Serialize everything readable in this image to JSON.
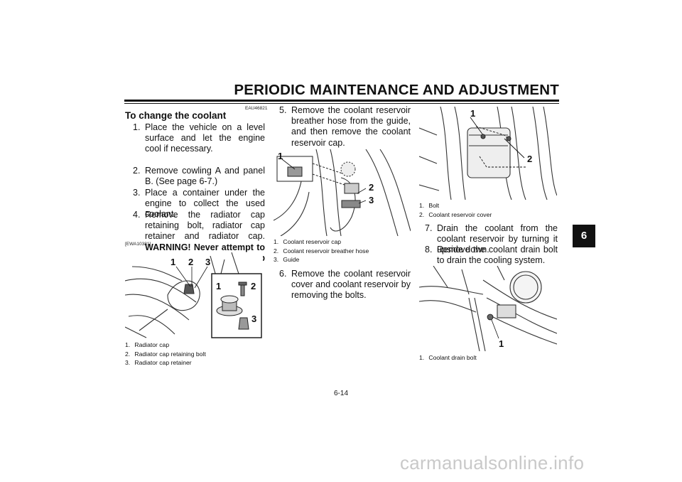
{
  "header": {
    "title": "PERIODIC MAINTENANCE AND ADJUSTMENT"
  },
  "section": {
    "code": "EAU46821",
    "title": "To change the coolant",
    "warning_code": "[EWA10381]"
  },
  "steps": [
    {
      "num": "1.",
      "text": "Place the vehicle on a level surface and let the engine cool if necessary."
    },
    {
      "num": "2.",
      "text": "Remove cowling A and panel B. (See page 6-7.)"
    },
    {
      "num": "3.",
      "text": "Place a container under the engine to collect the used coolant."
    },
    {
      "num": "4.",
      "text": "Remove the radiator cap retaining bolt, radiator cap retainer and radiator cap.",
      "warning": "WARNING! Never attempt to remove the radiator cap when the engine is hot."
    },
    {
      "num": "5.",
      "text": "Remove the coolant reservoir breather hose from the guide, and then remove the coolant reservoir cap."
    },
    {
      "num": "6.",
      "text": "Remove the coolant reservoir cover and coolant reservoir by removing the bolts."
    },
    {
      "num": "7.",
      "text": "Drain the coolant from the coolant reservoir by turning it upside down."
    },
    {
      "num": "8.",
      "text": "Remove the coolant drain bolt to drain the cooling system."
    }
  ],
  "figures": {
    "fig1": {
      "callouts": [
        "1",
        "2",
        "3",
        "1",
        "2",
        "3"
      ],
      "captions": [
        {
          "num": "1.",
          "text": "Radiator cap"
        },
        {
          "num": "2.",
          "text": "Radiator cap retaining bolt"
        },
        {
          "num": "3.",
          "text": "Radiator cap retainer"
        }
      ]
    },
    "fig2": {
      "callouts": [
        "1",
        "2",
        "3"
      ],
      "captions": [
        {
          "num": "1.",
          "text": "Coolant reservoir cap"
        },
        {
          "num": "2.",
          "text": "Coolant reservoir breather hose"
        },
        {
          "num": "3.",
          "text": "Guide"
        }
      ]
    },
    "fig3": {
      "callouts": [
        "1",
        "2"
      ],
      "captions": [
        {
          "num": "1.",
          "text": "Bolt"
        },
        {
          "num": "2.",
          "text": "Coolant reservoir cover"
        }
      ]
    },
    "fig4": {
      "callouts": [
        "1"
      ],
      "captions": [
        {
          "num": "1.",
          "text": "Coolant drain bolt"
        }
      ]
    }
  },
  "chapter_tab": "6",
  "page_number": "6-14",
  "watermark": "carmanualsonline.info"
}
